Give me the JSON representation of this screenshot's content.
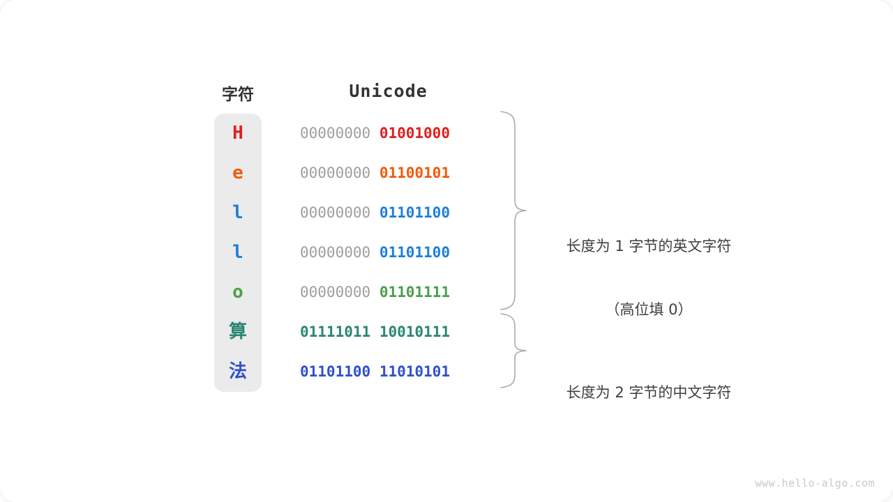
{
  "headers": {
    "character": "字符",
    "unicode": "Unicode"
  },
  "colors": {
    "red": "#e02020",
    "orange": "#ef5b0c",
    "blue": "#1f7fd6",
    "green": "#4b9f4b",
    "teal": "#2b8574",
    "indigo": "#2f4fd0",
    "gray_byte": "#9e9e9e",
    "column_bg": "#ebebeb",
    "brace": "#aaaaaa",
    "text": "#3f3f3f",
    "watermark": "#c9c9c9"
  },
  "rows": [
    {
      "char": "H",
      "script": "latin",
      "color": "#e02020",
      "high_byte": "00000000",
      "low_byte": "01001000",
      "high_active": false
    },
    {
      "char": "e",
      "script": "latin",
      "color": "#ef5b0c",
      "high_byte": "00000000",
      "low_byte": "01100101",
      "high_active": false
    },
    {
      "char": "l",
      "script": "latin",
      "color": "#1f7fd6",
      "high_byte": "00000000",
      "low_byte": "01101100",
      "high_active": false
    },
    {
      "char": "l",
      "script": "latin",
      "color": "#1f7fd6",
      "high_byte": "00000000",
      "low_byte": "01101100",
      "high_active": false
    },
    {
      "char": "o",
      "script": "latin",
      "color": "#4b9f4b",
      "high_byte": "00000000",
      "low_byte": "01101111",
      "high_active": false
    },
    {
      "char": "算",
      "script": "cjk",
      "color": "#2b8574",
      "high_byte": "01111011",
      "low_byte": "10010111",
      "high_active": true
    },
    {
      "char": "法",
      "script": "cjk",
      "color": "#2f4fd0",
      "high_byte": "01101100",
      "low_byte": "11010101",
      "high_active": true
    }
  ],
  "annotations": [
    {
      "line1": "长度为 1 字节的英文字符",
      "line2": "（高位填 0）"
    },
    {
      "line1": "长度为 2 字节的中文字符",
      "line2": ""
    }
  ],
  "watermark": "www.hello-algo.com"
}
